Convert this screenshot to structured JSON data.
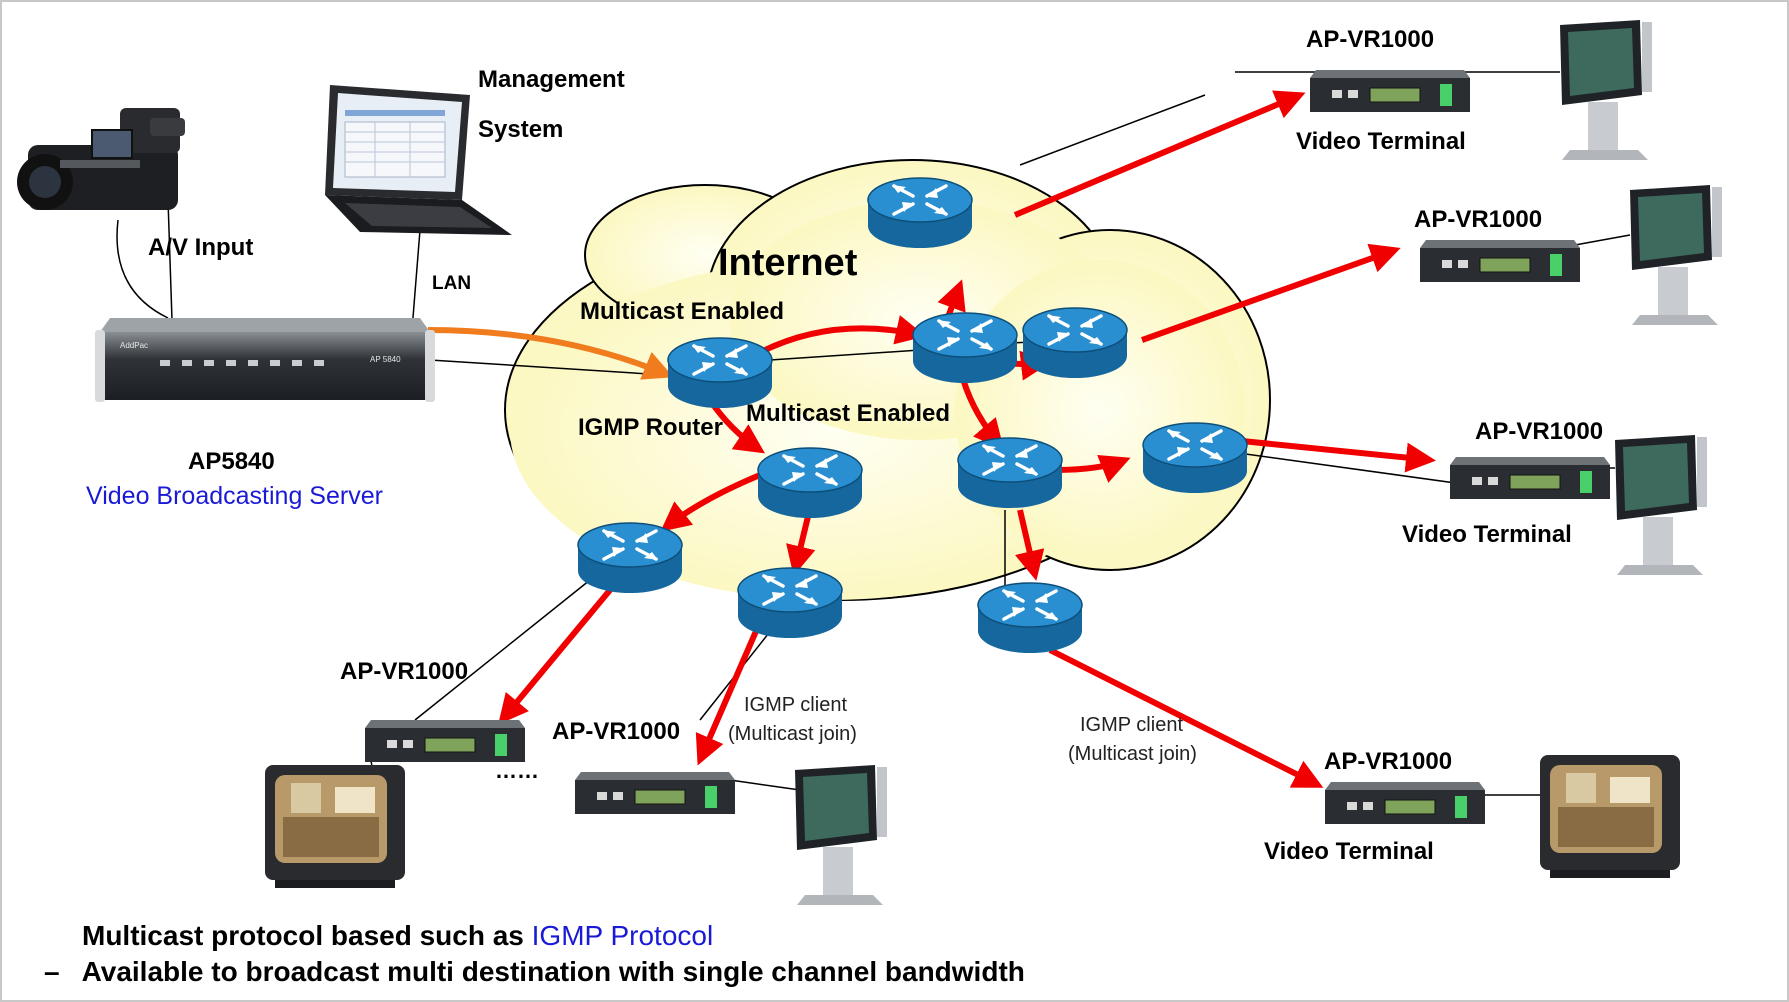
{
  "colors": {
    "router_blue": "#1d7fc4",
    "cloud_fill": "#fdfbc8",
    "red_arrow": "#f00000",
    "orange_arrow": "#f07c1e",
    "link_blue": "#1a1ad6"
  },
  "labels": {
    "management": "Management",
    "system": "System",
    "av_input": "A/V Input",
    "lan": "LAN",
    "internet": "Internet",
    "multicast_enabled_1": "Multicast Enabled",
    "multicast_enabled_2": "Multicast Enabled",
    "igmp_router": "IGMP  Router",
    "server_model": "AP5840",
    "server_name": "Video Broadcasting Server",
    "vr_1": "AP-VR1000",
    "vr_2": "AP-VR1000",
    "vr_3": "AP-VR1000",
    "vr_4": "AP-VR1000",
    "vr_5": "AP-VR1000",
    "vr_6": "AP-VR1000",
    "vt_1": "Video Terminal",
    "vt_2": "Video Terminal",
    "vt_3": "Video Terminal",
    "igmp_client_1a": "IGMP client",
    "igmp_client_1b": "(Multicast join)",
    "igmp_client_2a": "IGMP client",
    "igmp_client_2b": "(Multicast join)",
    "dots": "……",
    "device_brand": "AddPac",
    "server_front": "AP 5840"
  },
  "footer": {
    "line1_prefix": "Multicast protocol based such as ",
    "line1_highlight": "IGMP Protocol",
    "bullet": "–",
    "line2": "Available to broadcast multi destination with single channel bandwidth"
  }
}
